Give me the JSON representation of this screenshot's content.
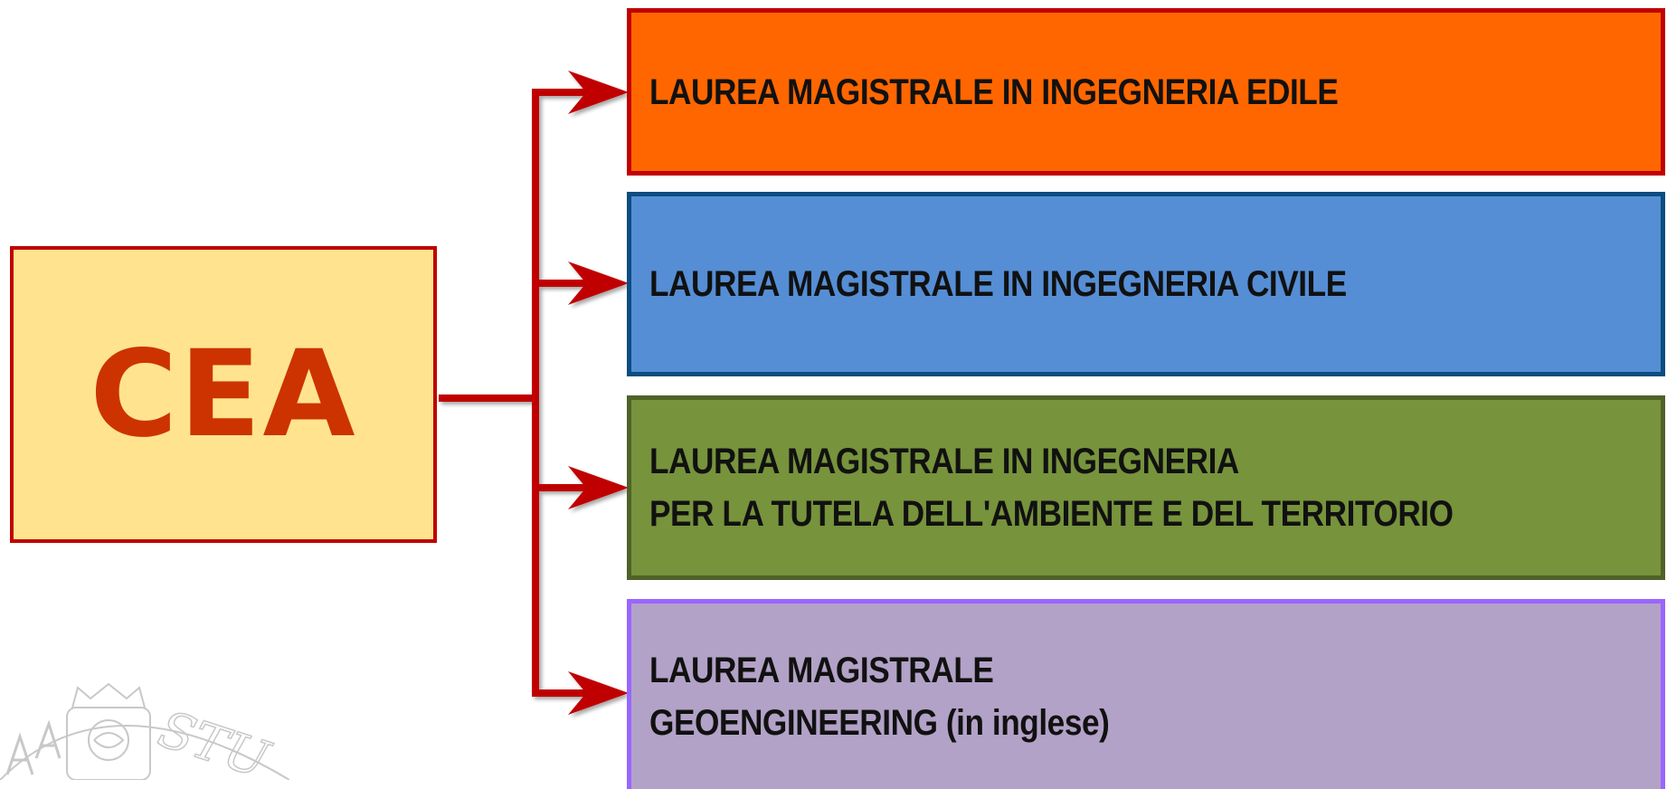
{
  "root": {
    "label": "CEA"
  },
  "programs": [
    {
      "lines": [
        "LAUREA MAGISTRALE IN INGEGNERIA EDILE"
      ],
      "fill": "#ff6600",
      "border": "#c00000"
    },
    {
      "lines": [
        "LAUREA MAGISTRALE IN INGEGNERIA CIVILE"
      ],
      "fill": "#558ed5",
      "border": "#0b4d80"
    },
    {
      "lines": [
        "LAUREA MAGISTRALE IN INGEGNERIA",
        "PER LA TUTELA DELL'AMBIENTE E DEL TERRITORIO"
      ],
      "fill": "#77933c",
      "border": "#4f6228"
    },
    {
      "lines": [
        "LAUREA MAGISTRALE",
        "GEOENGINEERING (in inglese)"
      ],
      "fill": "#b3a2c7",
      "border": "#9966ff"
    }
  ],
  "colors": {
    "connector": "#c00000",
    "root_fill": "#ffe38f",
    "root_text": "#cc3300"
  },
  "watermark": {
    "icon": "university-seal-icon",
    "text": "STU"
  }
}
